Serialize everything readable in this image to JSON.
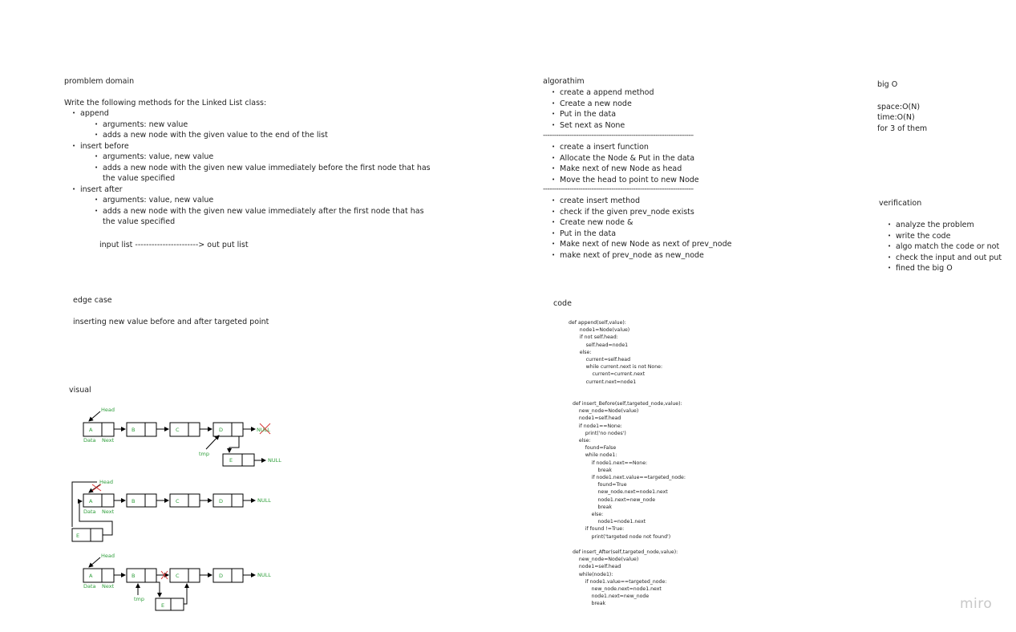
{
  "problem": {
    "title": "promblem domain",
    "intro": "Write the following methods for the Linked List class:",
    "methods": [
      {
        "name": "append",
        "details": [
          "arguments: new value",
          "adds a new node with the given value to the end of the list"
        ]
      },
      {
        "name": "insert before",
        "details": [
          "arguments: value, new value",
          "adds a new node with the given new value immediately before the first node that has",
          "the value specified"
        ]
      },
      {
        "name": "insert after",
        "details": [
          "arguments: value, new value",
          "adds a new node with the given new value immediately after the first node that has",
          "the value specified"
        ]
      }
    ],
    "io": "input list -----------------------> out put list"
  },
  "edge": {
    "title": "edge case",
    "text": "inserting new value before and after targeted point"
  },
  "visual": {
    "title": "visual",
    "labels": {
      "head": "Head",
      "data": "Data",
      "next": "Next",
      "tmp": "tmp",
      "null": "NULL",
      "null_small": "NULL"
    },
    "nodes": {
      "a": "A",
      "b": "B",
      "c": "C",
      "d": "D",
      "e": "E"
    }
  },
  "algo": {
    "title": "algorathim",
    "group1": [
      "create a append method",
      "Create a new node",
      "Put in the data",
      " Set next as None"
    ],
    "group2": [
      "create a insert function",
      "Allocate the Node &  Put in the data",
      "Make next of new Node as head",
      "Move the head to point to new Node"
    ],
    "group3": [
      "create insert method",
      "check if the given prev_node exists",
      "Create new node &",
      "Put in the data",
      "Make next of new Node as next of prev_node",
      "make next of prev_node as new_node"
    ],
    "separator": "----------------------------------------------------------------------"
  },
  "code": {
    "title": "code",
    "append": "def append(self,value):\n       node1=Node(value)\n       if not self.head:\n           self.head=node1\n       else:\n           current=self.head\n           while current.next is not None:\n               current=current.next\n           current.next=node1",
    "before": "def insert_Before(self,targeted_node,value):\n    new_node=Node(value)\n    node1=self.head\n    if node1==None:\n        print('no nodes')\n    else:\n        found=False\n        while node1:\n            if node1.next==None:\n                break\n            if node1.next.value==targeted_node:\n                found=True\n                new_node.next=node1.next\n                node1.next=new_node\n                break\n            else:\n                node1=node1.next\n        if found !=True:\n            print('targeted node not found')",
    "after": "def insert_After(self,targeted_node,value):\n    new_node=Node(value)\n    node1=self.head\n    while(node1):\n        if node1.value==targeted_node:\n            new_node.next=node1.next\n            node1.next=new_node\n            break"
  },
  "bigo": {
    "title": "big O",
    "space": "space:O(N)",
    "time": "time:O(N)",
    "note": "for 3 of them"
  },
  "verification": {
    "title": "verification",
    "items": [
      "analyze the problem",
      "write the code",
      "algo match the code or not",
      "check the input and out put",
      "fined the big O"
    ]
  },
  "brand": "miro",
  "colors": {
    "green": "#2e9e3a",
    "red": "#d83535",
    "text": "#1f1f1f"
  }
}
